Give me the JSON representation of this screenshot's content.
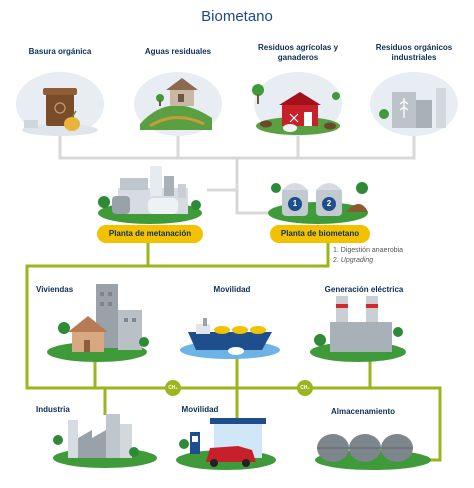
{
  "title": "Biometano",
  "sources": {
    "organic_waste": "Basura orgánica",
    "wastewater": "Aguas residuales",
    "agri_livestock_line1": "Residuos agrícolas y",
    "agri_livestock_line2": "ganaderos",
    "industrial_line1": "Residuos orgánicos",
    "industrial_line2": "industriales"
  },
  "plants": {
    "methanation": "Planta de metanación",
    "biomethane": "Planta de biometano",
    "tank_1": "1",
    "tank_2": "2"
  },
  "steps": {
    "step1": "1. Digestión anaerobia",
    "step2_num": "2.",
    "step2_text": "Upgrading"
  },
  "uses": {
    "housing": "Viviendas",
    "mobility_top": "Movilidad",
    "power": "Generación eléctrica",
    "industry": "Industria",
    "mobility_bottom": "Movilidad",
    "storage": "Almacenamiento"
  },
  "ch4_badge": "CH₄",
  "colors": {
    "title": "#1a4a8a",
    "label": "#0d2f57",
    "pipe_gray": "#d8d8d8",
    "pipe_green": "#9ab51e",
    "pill_yellow": "#f2c200",
    "grass": "#3f9a3a"
  }
}
